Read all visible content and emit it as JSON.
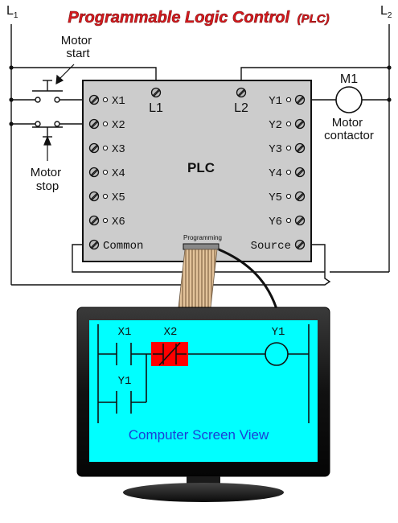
{
  "title": {
    "main": "Programmable Logic Control",
    "abbrev": "(PLC)"
  },
  "rails": {
    "left": {
      "base": "L",
      "sub": "1"
    },
    "right": {
      "base": "L",
      "sub": "2"
    }
  },
  "switches": {
    "start": [
      "Motor",
      "start"
    ],
    "stop": [
      "Motor",
      "stop"
    ]
  },
  "plc": {
    "label": "PLC",
    "power": {
      "l1": "L1",
      "l2": "L2"
    },
    "inputs": [
      "X1",
      "X2",
      "X3",
      "X4",
      "X5",
      "X6"
    ],
    "outputs": [
      "Y1",
      "Y2",
      "Y3",
      "Y4",
      "Y5",
      "Y6"
    ],
    "common": "Common",
    "source": "Source",
    "port": "Programming"
  },
  "motor": {
    "name": "M1",
    "caption": [
      "Motor",
      "contactor"
    ]
  },
  "screen": {
    "caption": "Computer Screen View",
    "ladder": {
      "contact1": "X1",
      "contact2": "X2",
      "coil": "Y1",
      "seal_contact": "Y1"
    }
  },
  "colors": {
    "title": "#d8181d",
    "title_stroke": "#7a1a1a",
    "plc_body": "#cccccc",
    "screen": "#00ffff",
    "caption": "#1a3fd6",
    "energized": "#ff0000",
    "cable_ribbon": "#d8b48a"
  }
}
